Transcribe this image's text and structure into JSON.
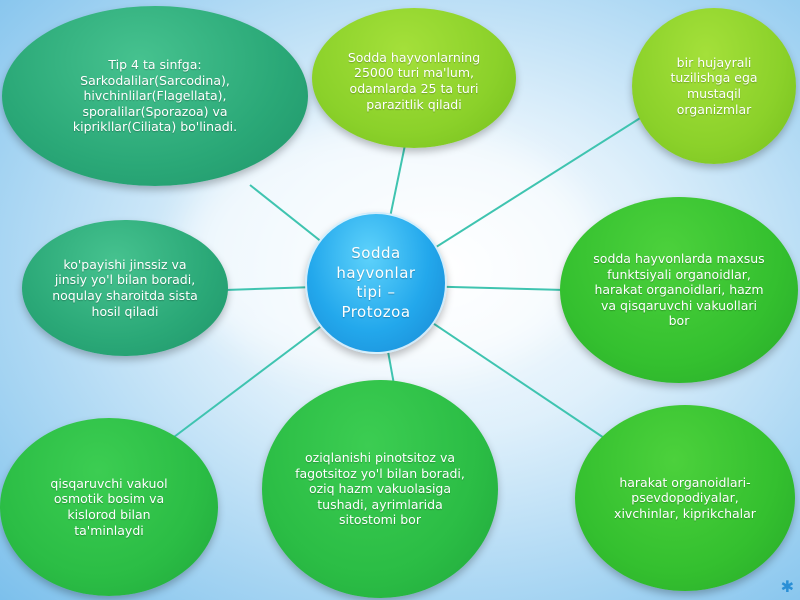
{
  "center": {
    "text": "Sodda hayvonlar tipi – Protozoa"
  },
  "nodes": {
    "top_left": "Tip 4 ta sinfga: Sarkodalilar(Sarcodina), hivchinlilar(Flagellata), sporalilar(Sporazoa) va kiprikllar(Ciliata) bo'linadi.",
    "top_center": "Sodda hayvonlarning 25000 turi ma'lum, odamlarda 25 ta turi parazitlik qiladi",
    "top_right": "bir hujayrali tuzilishga ega mustaqil organizmlar",
    "right": "sodda hayvonlarda maxsus funktsiyali organoidlar, harakat organoidlari, hazm va qisqaruvchi vakuollari bor",
    "bottom_right": "harakat organoidlari- psevdopodiyalar, xivchinlar, kiprikchalar",
    "bottom_center": "oziqlanishi pinotsitoz va fagotsitoz yo'l bilan boradi, oziq hazm vakuolasiga tushadi, ayrimlarida sitostomi bor",
    "bottom_left": "qisqaruvchi vakuol osmotik bosim va kislorod bilan ta'minlaydi",
    "left": "ko'payishi jinssiz va jinsiy yo'l bilan boradi, noqulay sharoitda sista hosil qiladi"
  },
  "colors": {
    "center": "#23a8ec",
    "teal": "#2aa877",
    "lime": "#8bd12a",
    "green": "#34c02f",
    "connector": "#3fc4b0",
    "background": "#a9d6f3"
  }
}
